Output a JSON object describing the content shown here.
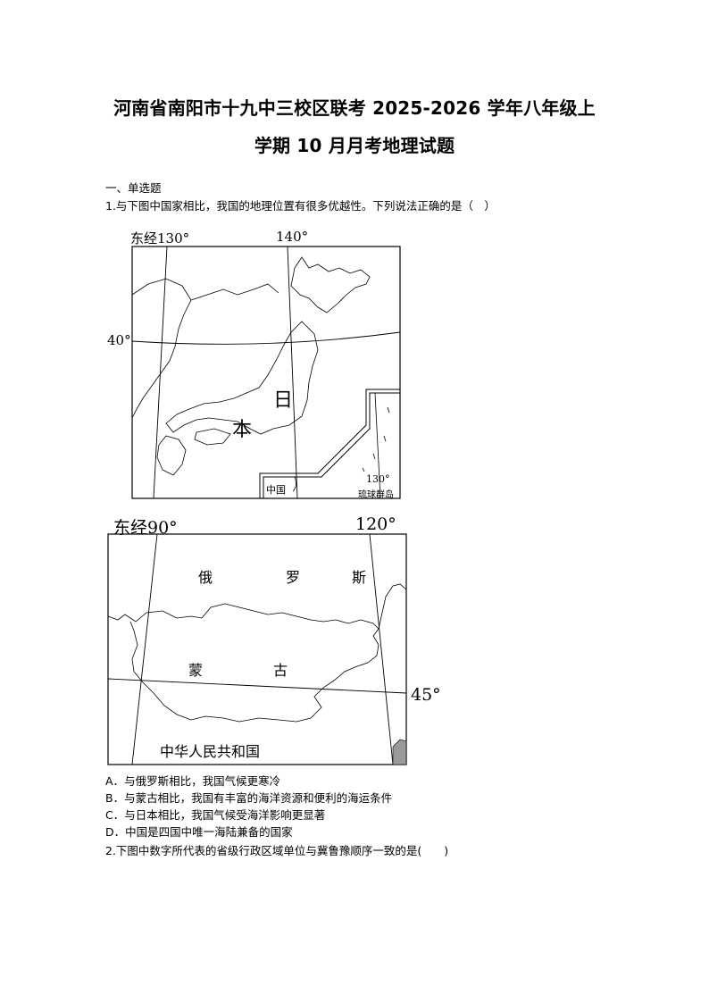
{
  "doc": {
    "title_line1": "河南省南阳市十九中三校区联考 2025-2026 学年八年级上",
    "title_line2": "学期 10 月月考地理试题",
    "section": "一、单选题"
  },
  "q1": {
    "stem": "1.与下图中国家相比，我国的地理位置有很多优越性。下列说法正确的是（　）",
    "map_japan": {
      "lon_130": "东经130°",
      "lon_140": "140°",
      "lat_40": "40°",
      "country_ri": "日",
      "country_ben": "本",
      "inset_china": "中国",
      "inset_lon": "130°",
      "inset_islands": "琉球群岛"
    },
    "map_mongolia": {
      "lon_90": "东经90°",
      "lon_120": "120°",
      "lat_45": "45°",
      "russia": [
        "俄",
        "罗",
        "斯"
      ],
      "mongolia": [
        "蒙",
        "古"
      ],
      "china": "中华人民共和国"
    },
    "options": [
      {
        "key": "A．",
        "text": "与俄罗斯相比，我国气候更寒冷"
      },
      {
        "key": "B．",
        "text": "与蒙古相比，我国有丰富的海洋资源和便利的海运条件"
      },
      {
        "key": "C．",
        "text": "与日本相比，我国气候受海洋影响更显著"
      },
      {
        "key": "D．",
        "text": "中国是四国中唯一海陆兼备的国家"
      }
    ]
  },
  "q2": {
    "stem": "2.下图中数字所代表的省级行政区域单位与冀鲁豫顺序一致的是(　　)"
  }
}
